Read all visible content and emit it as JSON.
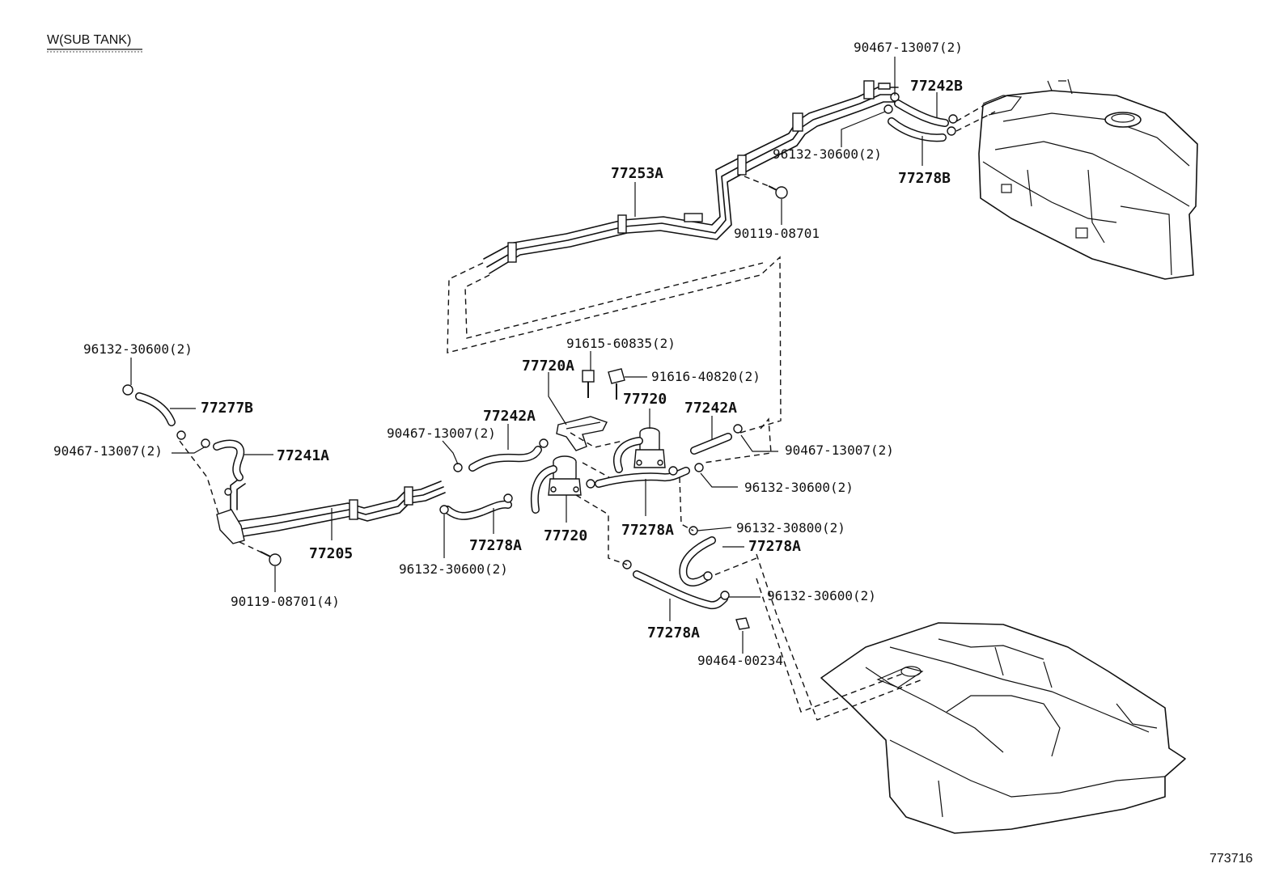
{
  "header": "W(SUB TANK)",
  "figure_id": "773716",
  "labels": {
    "p90467_top": "90467-13007(2)",
    "p77242B": "77242B",
    "p96132_top": "96132-30600(2)",
    "p77278B": "77278B",
    "p77253A": "77253A",
    "p90119_top": "90119-08701",
    "p91615": "91615-60835(2)",
    "p91616": "91616-40820(2)",
    "p77720A": "77720A",
    "p77720_up": "77720",
    "p77242A_mid": "77242A",
    "p77242A_right": "77242A",
    "p90467_left2": "90467-13007(2)",
    "p90467_right": "90467-13007(2)",
    "p96132_right": "96132-30600(2)",
    "p96132_left": "96132-30600(2)",
    "p77277B": "77277B",
    "p90467_left": "90467-13007(2)",
    "p77241A": "77241A",
    "p77205": "77205",
    "p90119_left": "90119-08701(4)",
    "p96132_low": "96132-30600(2)",
    "p77278A_low": "77278A",
    "p77720_low": "77720",
    "p77278A_mid": "77278A",
    "p96132_30800": "96132-30800(2)",
    "p77278A_right": "77278A",
    "p96132_lowright": "96132-30600(2)",
    "p77278A_bottom": "77278A",
    "p90464": "90464-00234"
  }
}
